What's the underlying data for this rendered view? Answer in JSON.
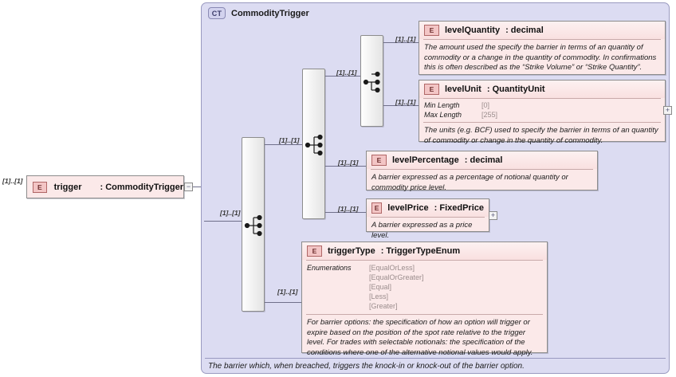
{
  "container": {
    "badge": "CT",
    "title": "CommodityTrigger",
    "footer": "The barrier which, when breached, triggers the knock-in or knock-out of the barrier option."
  },
  "trigger_element": {
    "badge": "E",
    "name": "trigger",
    "type": ": CommodityTrigger",
    "cardinality": "[1]..[1]",
    "toggle": "−"
  },
  "compositors": [
    {
      "name": "root-sequence",
      "cardinality": "[1]..[1]"
    },
    {
      "name": "outer-sequence",
      "cardinality": "[1]..[1]"
    },
    {
      "name": "inner-choice",
      "cardinality": "[1]..[1]"
    }
  ],
  "elements": [
    {
      "id": "levelQuantity",
      "badge": "E",
      "name": "levelQuantity",
      "type": ": decimal",
      "cardinality": "[1]..[1]",
      "description": "The amount used the specify the barrier in terms of an quantity of commodity or a change in the quantity of commodity. In confirmations this is often described as the “Strike Volume” or “Strike Quantity”."
    },
    {
      "id": "levelUnit",
      "badge": "E",
      "name": "levelUnit",
      "type": ": QuantityUnit",
      "cardinality": "[1]..[1]",
      "facets": [
        {
          "label": "Min Length",
          "value": "[0]"
        },
        {
          "label": "Max Length",
          "value": "[255]"
        }
      ],
      "description": "The units (e.g. BCF) used to specify the barrier in terms of an quantity of commodity or change in the quantity of commodity.",
      "toggle": "+"
    },
    {
      "id": "levelPercentage",
      "badge": "E",
      "name": "levelPercentage",
      "type": ": decimal",
      "cardinality": "[1]..[1]",
      "description": "A barrier expressed as a percentage of notional quantity or commodity price level."
    },
    {
      "id": "levelPrice",
      "badge": "E",
      "name": "levelPrice",
      "type": ": FixedPrice",
      "cardinality": "[1]..[1]",
      "description": "A barrier expressed as a price level.",
      "toggle": "+"
    },
    {
      "id": "triggerType",
      "badge": "E",
      "name": "triggerType",
      "type": ": TriggerTypeEnum",
      "cardinality": "[1]..[1]",
      "enum_label": "Enumerations",
      "enumerations": [
        "[EqualOrLess]",
        "[EqualOrGreater]",
        "[Equal]",
        "[Less]",
        "[Greater]"
      ],
      "description": "For barrier options: the specification of how an option will trigger or expire based on the position of the spot rate relative to the trigger level. For trades with selectable notionals: the specification of the conditions where one of the alternative notional values would apply."
    }
  ],
  "colors": {
    "container_bg": "#dcdcf2",
    "container_border": "#9a9ac0",
    "element_bg": "#fbe9e9",
    "element_border": "#8c8c8c",
    "badge_bg": "#f3c5c5",
    "line": "#6f6f8a"
  }
}
